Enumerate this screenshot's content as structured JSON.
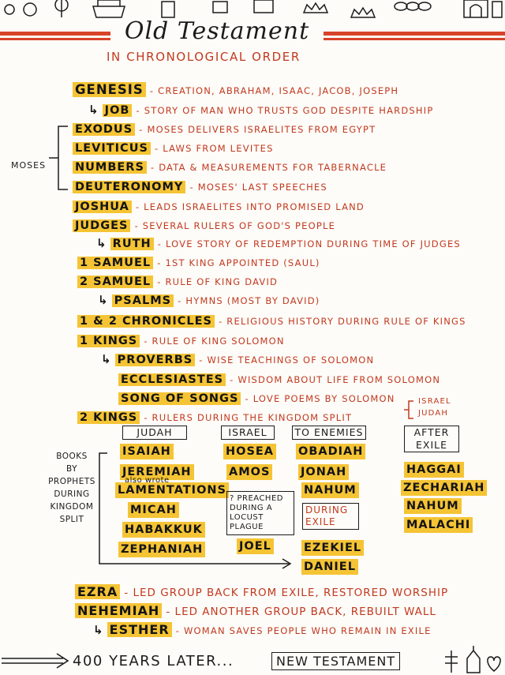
{
  "title": "Old Testament",
  "subtitle": "IN CHRONOLOGICAL ORDER",
  "colors": {
    "highlight": "#f5c435",
    "red": "#c2391f",
    "ink": "#1b1b1b"
  },
  "moses_label": "MOSES",
  "entries": {
    "genesis": {
      "name": "GENESIS",
      "desc": "- CREATION, ABRAHAM, ISAAC, JACOB, JOSEPH"
    },
    "job": {
      "name": "JOB",
      "desc": "- STORY OF MAN WHO TRUSTS GOD DESPITE HARDSHIP"
    },
    "exodus": {
      "name": "EXODUS",
      "desc": "- MOSES DELIVERS ISRAELITES FROM EGYPT"
    },
    "leviticus": {
      "name": "LEVITICUS",
      "desc": "- LAWS FROM LEVITES"
    },
    "numbers": {
      "name": "NUMBERS",
      "desc": "- DATA & MEASUREMENTS FOR TABERNACLE"
    },
    "deuteronomy": {
      "name": "DEUTERONOMY",
      "desc": "- MOSES' LAST SPEECHES"
    },
    "joshua": {
      "name": "JOSHUA",
      "desc": "- LEADS ISRAELITES INTO PROMISED LAND"
    },
    "judges": {
      "name": "JUDGES",
      "desc": "- SEVERAL RULERS OF GOD'S PEOPLE"
    },
    "ruth": {
      "name": "RUTH",
      "desc": "- LOVE STORY OF REDEMPTION DURING TIME OF JUDGES"
    },
    "samuel1": {
      "name": "1 SAMUEL",
      "desc": "- 1ST KING APPOINTED (SAUL)"
    },
    "samuel2": {
      "name": "2 SAMUEL",
      "desc": "- RULE OF KING DAVID"
    },
    "psalms": {
      "name": "PSALMS",
      "desc": "- HYMNS (MOST BY DAVID)"
    },
    "chronicles": {
      "name": "1 & 2 CHRONICLES",
      "desc": "- RELIGIOUS HISTORY DURING RULE OF KINGS"
    },
    "kings1": {
      "name": "1 KINGS",
      "desc": "- RULE OF KING SOLOMON"
    },
    "proverbs": {
      "name": "PROVERBS",
      "desc": "- WISE TEACHINGS OF SOLOMON"
    },
    "ecclesiastes": {
      "name": "ECCLESIASTES",
      "desc": "- WISDOM ABOUT LIFE FROM SOLOMON"
    },
    "songofsongs": {
      "name": "SONG OF SONGS",
      "desc": "- LOVE POEMS BY SOLOMON"
    },
    "kings2": {
      "name": "2 KINGS",
      "desc": "- RULERS DURING THE KINGDOM SPLIT"
    }
  },
  "split_labels": [
    "ISRAEL",
    "JUDAH"
  ],
  "prophets_label": [
    "BOOKS",
    "BY",
    "PROPHETS",
    "DURING",
    "KINGDOM",
    "SPLIT"
  ],
  "columns": {
    "judah": {
      "header": "JUDAH",
      "books": [
        "ISAIAH",
        "JEREMIAH",
        "LAMENTATIONS",
        "MICAH",
        "HABAKKUK",
        "ZEPHANIAH"
      ],
      "note": "also wrote"
    },
    "israel": {
      "header": "ISRAEL",
      "books": [
        "HOSEA",
        "AMOS",
        "JOEL"
      ],
      "note": "? PREACHED DURING A LOCUST PLAGUE"
    },
    "enemies": {
      "header": "TO ENEMIES",
      "books": [
        "OBADIAH",
        "JONAH",
        "NAHUM"
      ],
      "exile_box": "DURING EXILE",
      "exile_books": [
        "EZEKIEL",
        "DANIEL"
      ]
    },
    "after": {
      "header": "AFTER EXILE",
      "books": [
        "HAGGAI",
        "ZECHARIAH",
        "NAHUM",
        "MALACHI"
      ]
    }
  },
  "post_exile": {
    "ezra": {
      "name": "EZRA",
      "desc": "- LED GROUP BACK FROM EXILE, RESTORED WORSHIP"
    },
    "nehemiah": {
      "name": "NEHEMIAH",
      "desc": "- LED ANOTHER GROUP BACK, REBUILT WALL"
    },
    "esther": {
      "name": "ESTHER",
      "desc": "- WOMAN SAVES PEOPLE WHO REMAIN IN EXILE"
    }
  },
  "footer": {
    "later": "400 YEARS LATER...",
    "new_testament": "NEW TESTAMENT"
  }
}
